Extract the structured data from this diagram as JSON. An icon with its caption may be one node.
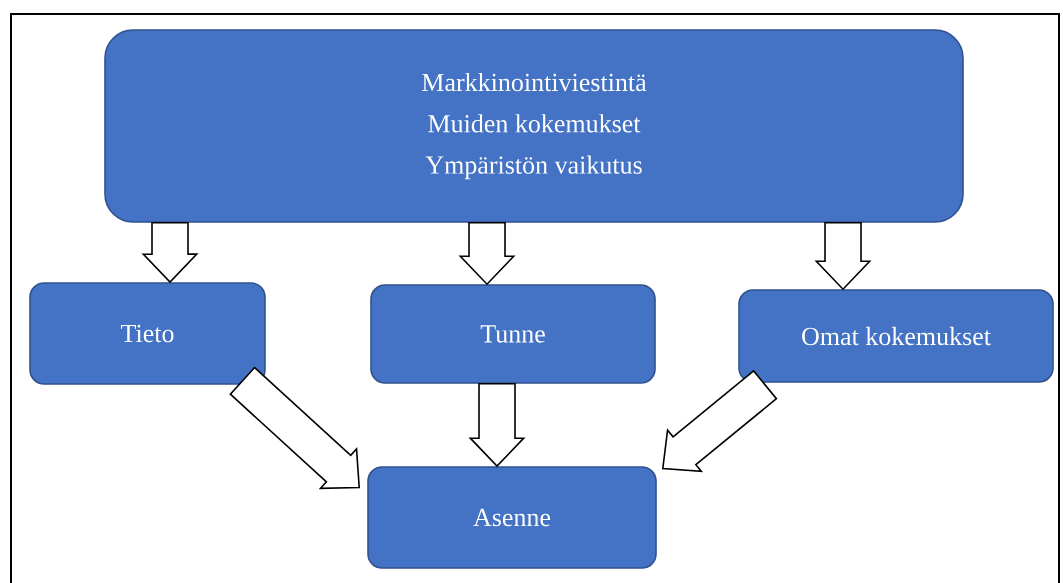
{
  "diagram": {
    "nodes": [
      {
        "text": [
          "Markkinointiviestintä",
          "Muiden kokemukset",
          "Ympäristön vaikutus"
        ]
      },
      {
        "text": [
          "Tieto"
        ]
      },
      {
        "text": [
          "Tunne"
        ]
      },
      {
        "text": [
          "Omat kokemukset"
        ]
      },
      {
        "text": [
          "Asenne"
        ]
      }
    ],
    "edges": [
      {
        "from": 0,
        "to": 1,
        "arrow": "to"
      },
      {
        "from": 0,
        "to": 2,
        "arrow": "to"
      },
      {
        "from": 0,
        "to": 3,
        "arrow": "to"
      },
      {
        "from": 1,
        "to": 4,
        "arrow": "to"
      },
      {
        "from": 2,
        "to": 4,
        "arrow": "to"
      },
      {
        "from": 3,
        "to": 4,
        "arrow": "to"
      }
    ]
  }
}
